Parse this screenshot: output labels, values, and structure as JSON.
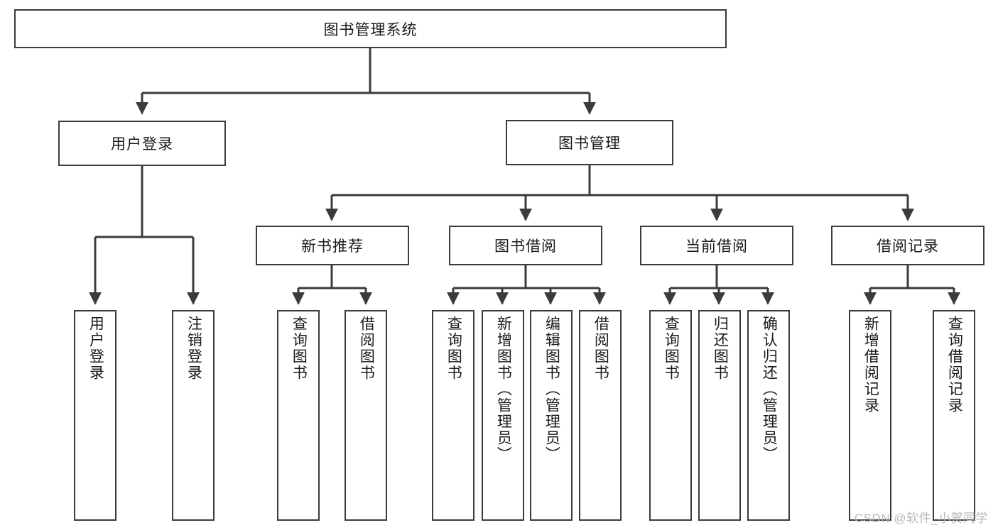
{
  "diagram": {
    "title": "图书管理系统",
    "watermark": "CSDN @软件_小贺同学",
    "stroke_color": "#3b3b3b",
    "background_color": "#ffffff",
    "text_color": "#1a1a1a",
    "root": {
      "label": "图书管理系统"
    },
    "level1": [
      {
        "label": "用户登录"
      },
      {
        "label": "图书管理"
      }
    ],
    "level2": [
      {
        "label": "新书推荐"
      },
      {
        "label": "图书借阅"
      },
      {
        "label": "当前借阅"
      },
      {
        "label": "借阅记录"
      }
    ],
    "leaves": {
      "user_login": [
        {
          "label": "用户登录"
        },
        {
          "label": "注销登录"
        }
      ],
      "new_book_recommend": [
        {
          "label": "查询图书"
        },
        {
          "label": "借阅图书"
        }
      ],
      "book_borrow": [
        {
          "label": "查询图书"
        },
        {
          "label": "新增图书（管理员）"
        },
        {
          "label": "编辑图书（管理员）"
        },
        {
          "label": "借阅图书"
        }
      ],
      "current_borrow": [
        {
          "label": "查询图书"
        },
        {
          "label": "归还图书"
        },
        {
          "label": "确认归还（管理员）"
        }
      ],
      "borrow_record": [
        {
          "label": "新增借阅记录"
        },
        {
          "label": "查询借阅记录"
        }
      ]
    }
  }
}
